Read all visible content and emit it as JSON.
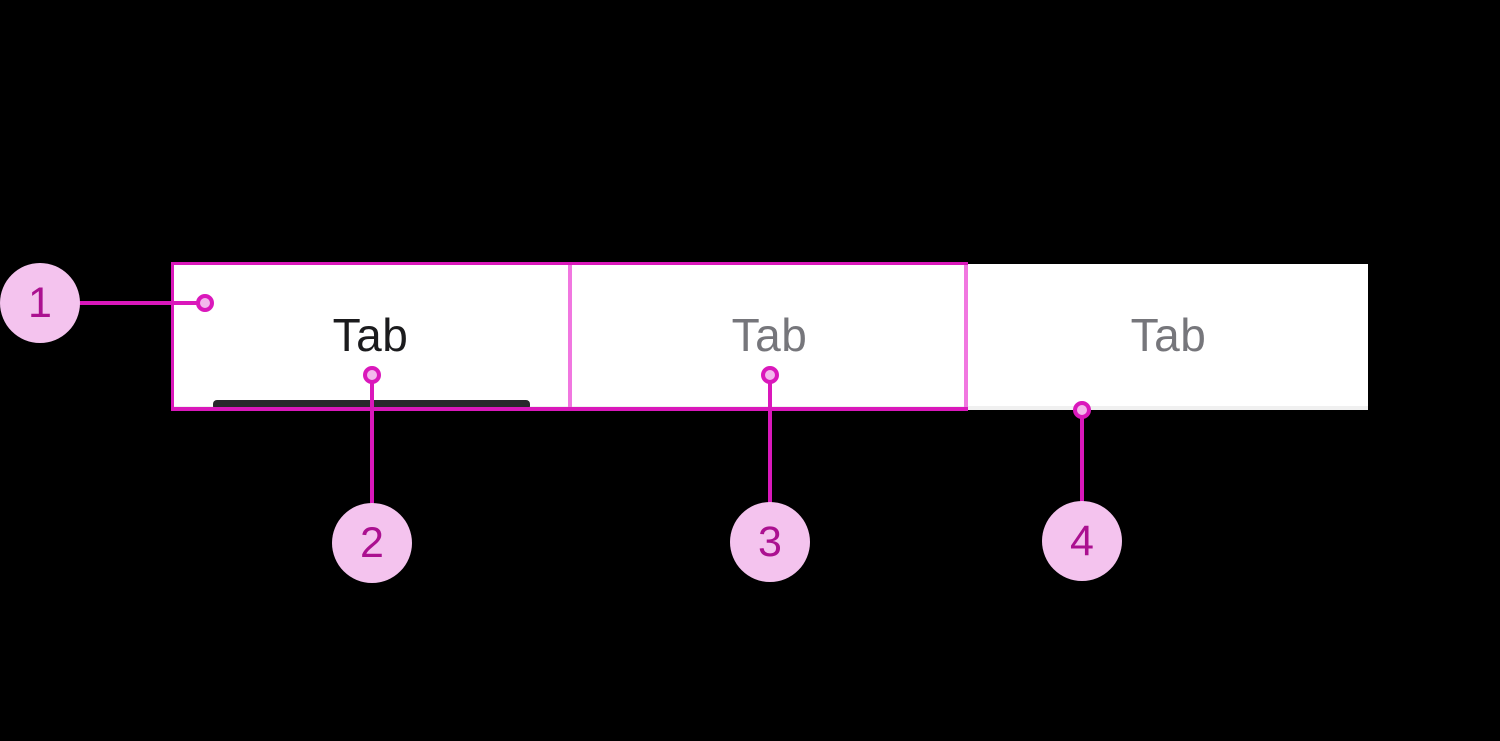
{
  "component": {
    "name": "tabs-spec-diagram",
    "tabbar": {
      "tabs": [
        {
          "label": "Tab",
          "state": "active"
        },
        {
          "label": "Tab",
          "state": "inactive"
        },
        {
          "label": "Tab",
          "state": "inactive"
        }
      ]
    },
    "callouts": [
      {
        "number": "1",
        "points_to": "tab-bar-container"
      },
      {
        "number": "2",
        "points_to": "active-tab"
      },
      {
        "number": "3",
        "points_to": "inactive-tab"
      },
      {
        "number": "4",
        "points_to": "tab-bar-bottom-edge"
      }
    ]
  },
  "colors": {
    "background": "#000000",
    "tabbar_bg": "#ffffff",
    "tabbar_border": "#f0f0f0",
    "active_text": "#1b1b1d",
    "inactive_text": "#76767b",
    "indicator": "#28282c",
    "annotation": "#da18bb",
    "annotation_light": "#f177e0",
    "callout_fill": "#f4c3ee",
    "callout_number": "#ab1090",
    "dot_fill": "#f3b8ec"
  }
}
